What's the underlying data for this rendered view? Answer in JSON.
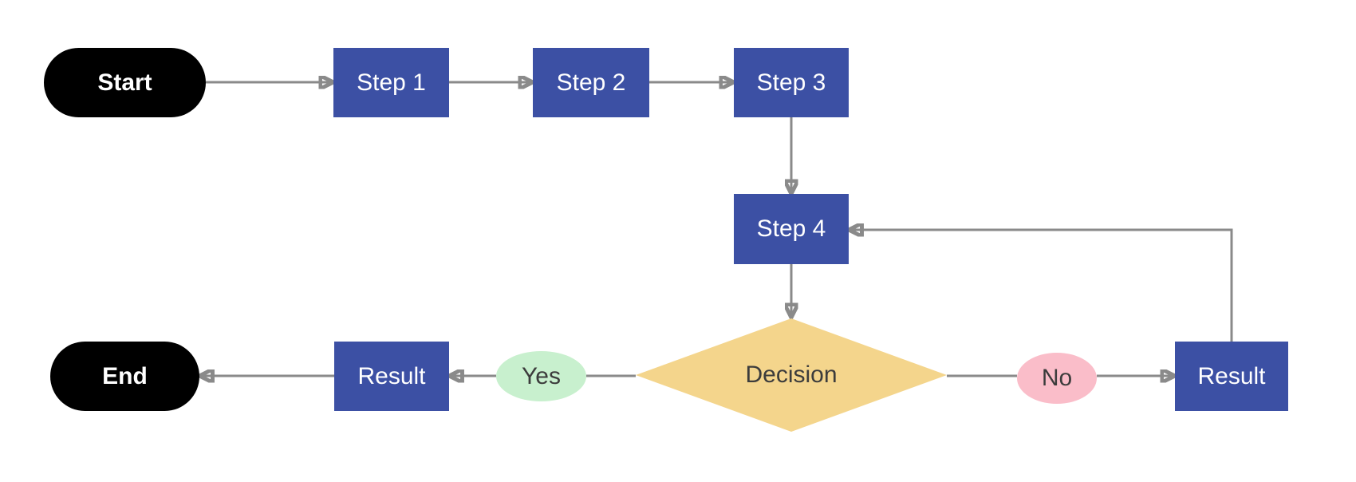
{
  "diagram": {
    "type": "flowchart",
    "background": "#ffffff",
    "connector_color": "#8A8A8A",
    "nodes": {
      "start": {
        "label": "Start",
        "shape": "terminator-pill",
        "fill": "#000000",
        "text_color": "#FFFFFF"
      },
      "step1": {
        "label": "Step 1",
        "shape": "process-rect",
        "fill": "#3C50A4",
        "text_color": "#FFFFFF"
      },
      "step2": {
        "label": "Step 2",
        "shape": "process-rect",
        "fill": "#3C50A4",
        "text_color": "#FFFFFF"
      },
      "step3": {
        "label": "Step 3",
        "shape": "process-rect",
        "fill": "#3C50A4",
        "text_color": "#FFFFFF"
      },
      "step4": {
        "label": "Step 4",
        "shape": "process-rect",
        "fill": "#3C50A4",
        "text_color": "#FFFFFF"
      },
      "decision": {
        "label": "Decision",
        "shape": "diamond",
        "fill": "#F4D58C",
        "text_color": "#3C3C3C"
      },
      "yes": {
        "label": "Yes",
        "shape": "ellipse",
        "fill": "#C8F0CE",
        "text_color": "#3C3C3C"
      },
      "no": {
        "label": "No",
        "shape": "ellipse",
        "fill": "#FABDC9",
        "text_color": "#3C3C3C"
      },
      "result_yes": {
        "label": "Result",
        "shape": "process-rect",
        "fill": "#3C50A4",
        "text_color": "#FFFFFF"
      },
      "result_no": {
        "label": "Result",
        "shape": "process-rect",
        "fill": "#3C50A4",
        "text_color": "#FFFFFF"
      },
      "end": {
        "label": "End",
        "shape": "terminator-pill",
        "fill": "#000000",
        "text_color": "#FFFFFF"
      }
    },
    "edges": [
      {
        "from": "start",
        "to": "step1"
      },
      {
        "from": "step1",
        "to": "step2"
      },
      {
        "from": "step2",
        "to": "step3"
      },
      {
        "from": "step3",
        "to": "step4"
      },
      {
        "from": "step4",
        "to": "decision"
      },
      {
        "from": "decision",
        "to": "yes"
      },
      {
        "from": "yes",
        "to": "result_yes"
      },
      {
        "from": "result_yes",
        "to": "end"
      },
      {
        "from": "decision",
        "to": "no"
      },
      {
        "from": "no",
        "to": "result_no"
      },
      {
        "from": "result_no",
        "to": "step4",
        "style": "elbow-loop"
      }
    ]
  }
}
